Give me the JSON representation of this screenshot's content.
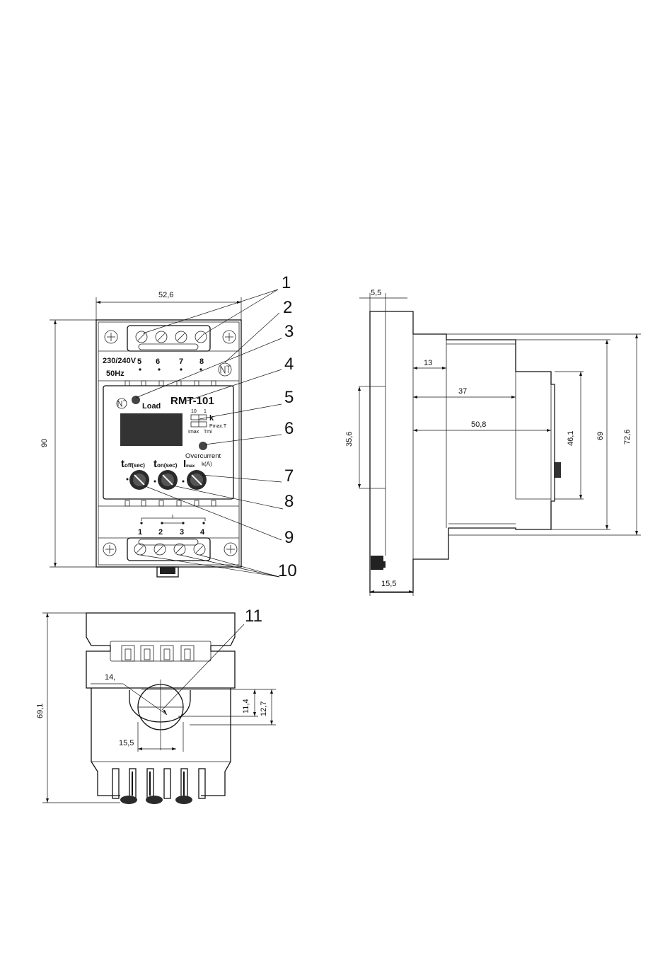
{
  "front_view": {
    "width_dim": "52,6",
    "height_dim": "90",
    "voltage_label": "230/240V",
    "freq_label": "50Hz",
    "top_terminals": [
      "5",
      "6",
      "7",
      "8"
    ],
    "bottom_terminals": [
      "1",
      "2",
      "3",
      "4"
    ],
    "load_label": "Load",
    "model_label": "RMT-101",
    "overcurrent_label": "Overcurrent",
    "knob_toff_label": "t",
    "knob_toff_sub": "off(sec)",
    "knob_ton_label": "t",
    "knob_ton_sub": "on(sec)",
    "knob_imax_label": "I",
    "knob_imax_sub": "max",
    "knob_imax_unit": "k(A)",
    "switch_top_left": "10",
    "switch_top_right": "1",
    "switch_k": "k",
    "switch_right": "Pmax.T",
    "switch_bottom_left": "Imax",
    "switch_bottom_right": "Tmi"
  },
  "callouts": [
    "1",
    "2",
    "3",
    "4",
    "5",
    "6",
    "7",
    "8",
    "9",
    "10",
    "11"
  ],
  "side_view": {
    "top_dim": "5,5",
    "d13": "13",
    "d37": "37",
    "d508": "50,8",
    "d356": "35,6",
    "d461": "46,1",
    "d69": "69",
    "d726": "72,6",
    "bottom_dim": "15,5"
  },
  "bottom_view": {
    "height_dim": "69,1",
    "hole_dim": "14,",
    "d114": "11,4",
    "d127": "12,7",
    "d155": "15,5"
  }
}
